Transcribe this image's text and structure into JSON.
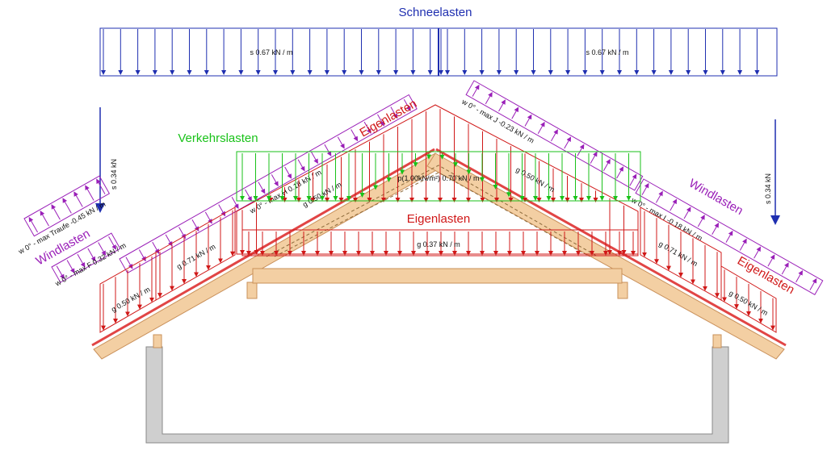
{
  "colors": {
    "snow": "#1f2fb0",
    "wind": "#9a1fb8",
    "dead": "#d01818",
    "live": "#19c219",
    "timber": "#f3cfa3",
    "timber_edge": "#c9905a",
    "wall": "#c8c8c8",
    "roof_red": "#e14545"
  },
  "labels": {
    "snow_title": "Schneelasten",
    "snow_left": "s 0.67 kN / m",
    "snow_right": "s 0.67 kN / m",
    "snow_point_left": "s 0.34 kN",
    "snow_point_right": "s 0.34 kN",
    "wind_title_left": "Windlasten",
    "wind_title_right": "Windlasten",
    "wind_traufe": "w 0° - max Traufe -0.45 kN / m",
    "wind_f": "w 0° - max F 0.32 kN / m",
    "wind_h": "w 0° - max H 0.18 kN / m",
    "wind_j": "w 0° - max J -0.23 kN / m",
    "wind_i": "w 0° - max I -0.18 kN / m",
    "eigen_top": "Eigenlasten",
    "eigen_mid": "Eigenlasten",
    "eigen_right": "Eigenlasten",
    "verkehr_title": "Verkehrslasten",
    "verkehr_load": "p(1.00kN/m²) 0.70 kN / m",
    "g_beam": "g 0.37 kN / m",
    "g_left_upper": "g 0.50 kN / m",
    "g_right_upper": "g 0.50 kN / m",
    "g_left_mid": "g 0.71 kN / m",
    "g_right_mid": "g 0.71 kN / m",
    "g_left_low": "g 0.50 kN / m",
    "g_right_low": "g 0.50 kN / m"
  }
}
